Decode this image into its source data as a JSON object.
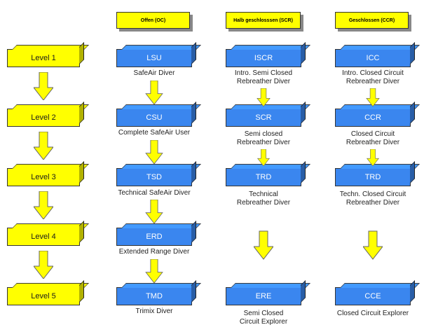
{
  "headers": {
    "oc": "Offen (OC)",
    "scr": "Halb geschlosssen (SCR)",
    "ccr": "Geschlossen (CCR)"
  },
  "levels": [
    "Level 1",
    "Level 2",
    "Level 3",
    "Level 4",
    "Level 5"
  ],
  "oc": {
    "boxes": [
      "LSU",
      "CSU",
      "TSD",
      "ERD",
      "TMD"
    ],
    "captions": [
      "SafeAir Diver",
      "Complete SafeAir User",
      "Technical SafeAir Diver",
      "Extended Range Diver",
      "Trimix Diver"
    ]
  },
  "scr": {
    "boxes": [
      "ISCR",
      "SCR",
      "TRD",
      "ERE"
    ],
    "captions": [
      [
        "Intro. Semi Closed",
        "Rebreather Diver"
      ],
      [
        "Semi closed",
        "Rebreather Diver"
      ],
      [
        "Technical",
        "Rebreather Diver"
      ],
      [
        "Semi Closed",
        "Circuit Explorer"
      ]
    ]
  },
  "ccr": {
    "boxes": [
      "ICC",
      "CCR",
      "TRD",
      "CCE"
    ],
    "captions": [
      [
        "Intro. Closed Circuit",
        "Rebreather Diver"
      ],
      [
        "Closed Circuit",
        "Rebreather Diver"
      ],
      [
        "Techn. Closed Circuit",
        "Rebreather Diver"
      ],
      [
        "Closed Circuit Explorer",
        ""
      ]
    ]
  },
  "colors": {
    "yellow": "#ffff00",
    "blue": "#3a86ef",
    "arrow_outline": "#666666"
  }
}
